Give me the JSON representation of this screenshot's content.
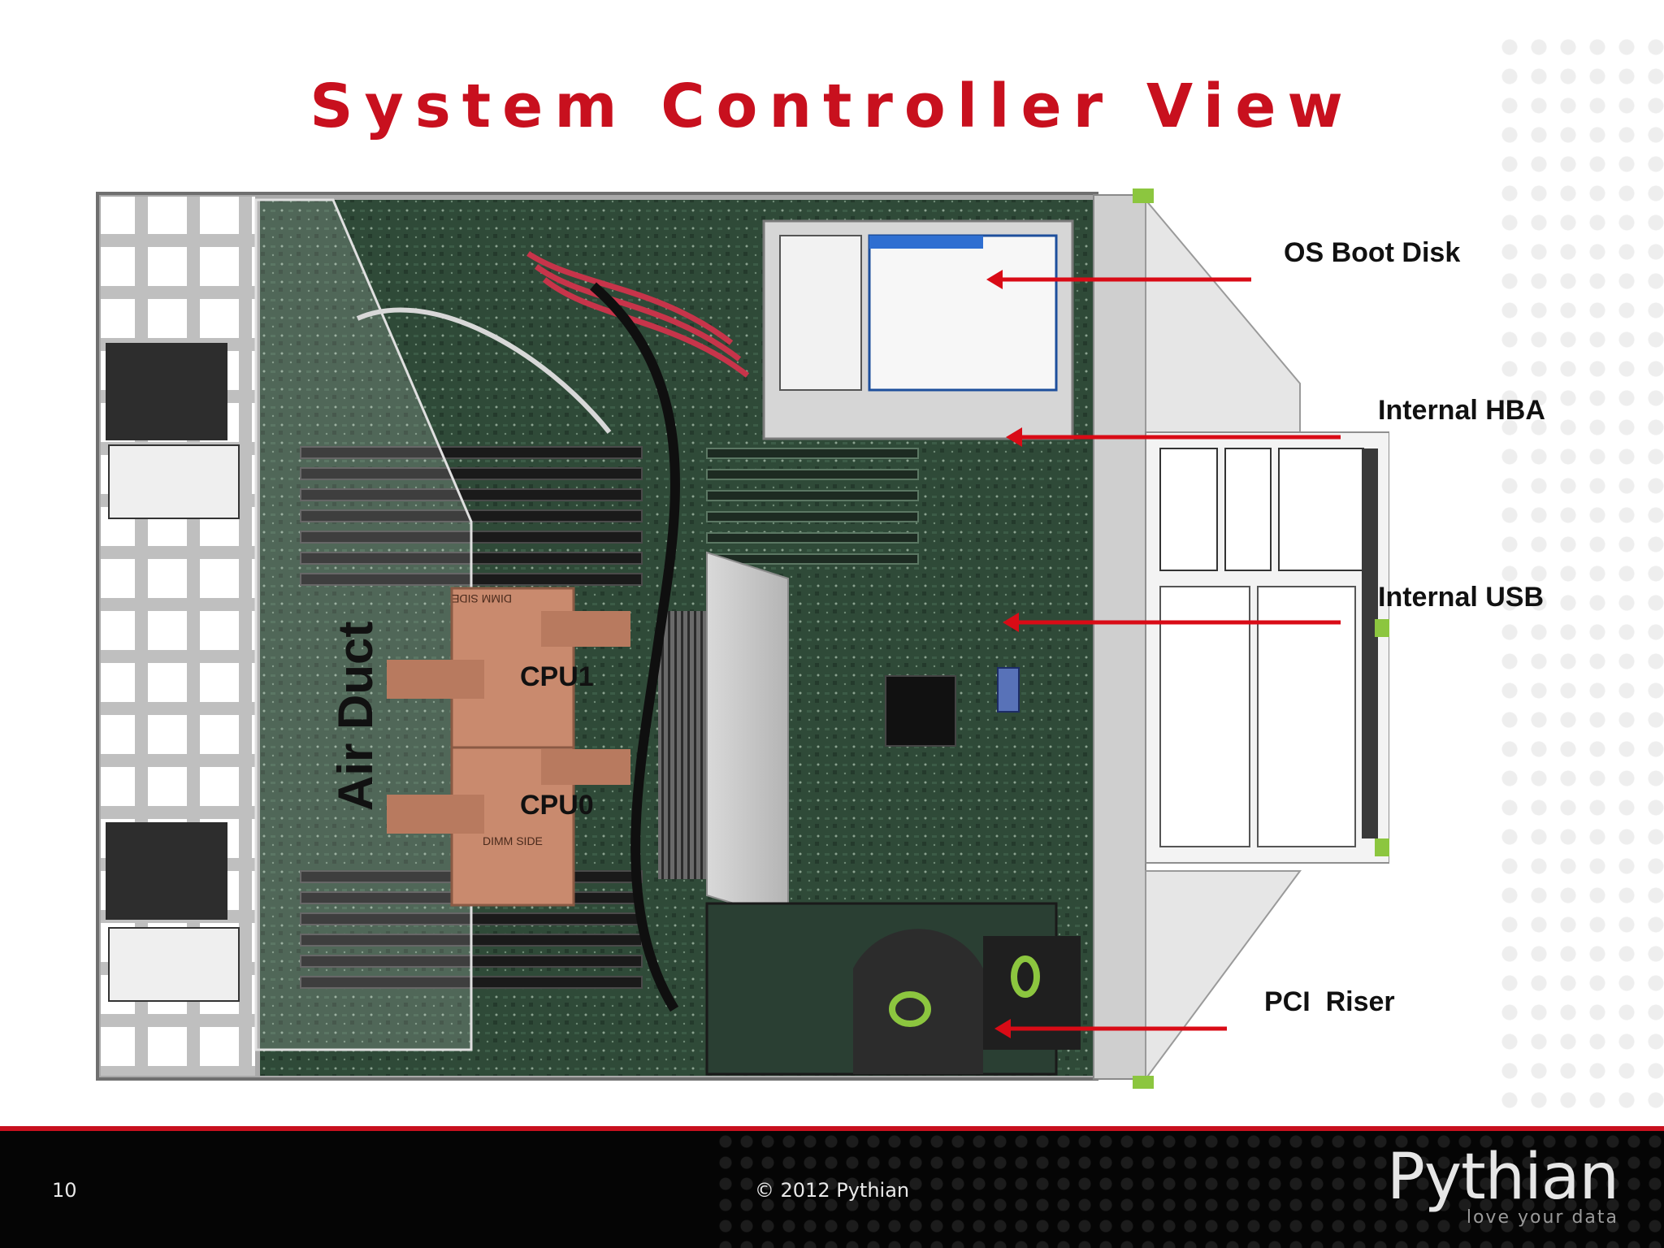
{
  "slide": {
    "title": "System Controller View",
    "page_number": "10",
    "copyright": "© 2012 Pythian"
  },
  "brand": {
    "name": "Pythian",
    "tagline": "love your data"
  },
  "photo": {
    "labels": {
      "cpu1": "CPU1",
      "cpu0": "CPU0",
      "air_duct": "Air Duct",
      "dimm_side": "DIMM SIDE"
    }
  },
  "callouts": [
    {
      "label": "OS Boot Disk"
    },
    {
      "label": "Internal HBA"
    },
    {
      "label": "Internal USB"
    },
    {
      "label": "PCI  Riser"
    }
  ],
  "colors": {
    "accent": "#c8101e",
    "footer_bg": "#050505",
    "pcb_green": "#2f4a38",
    "heatsink_copper": "#c98a6e"
  }
}
